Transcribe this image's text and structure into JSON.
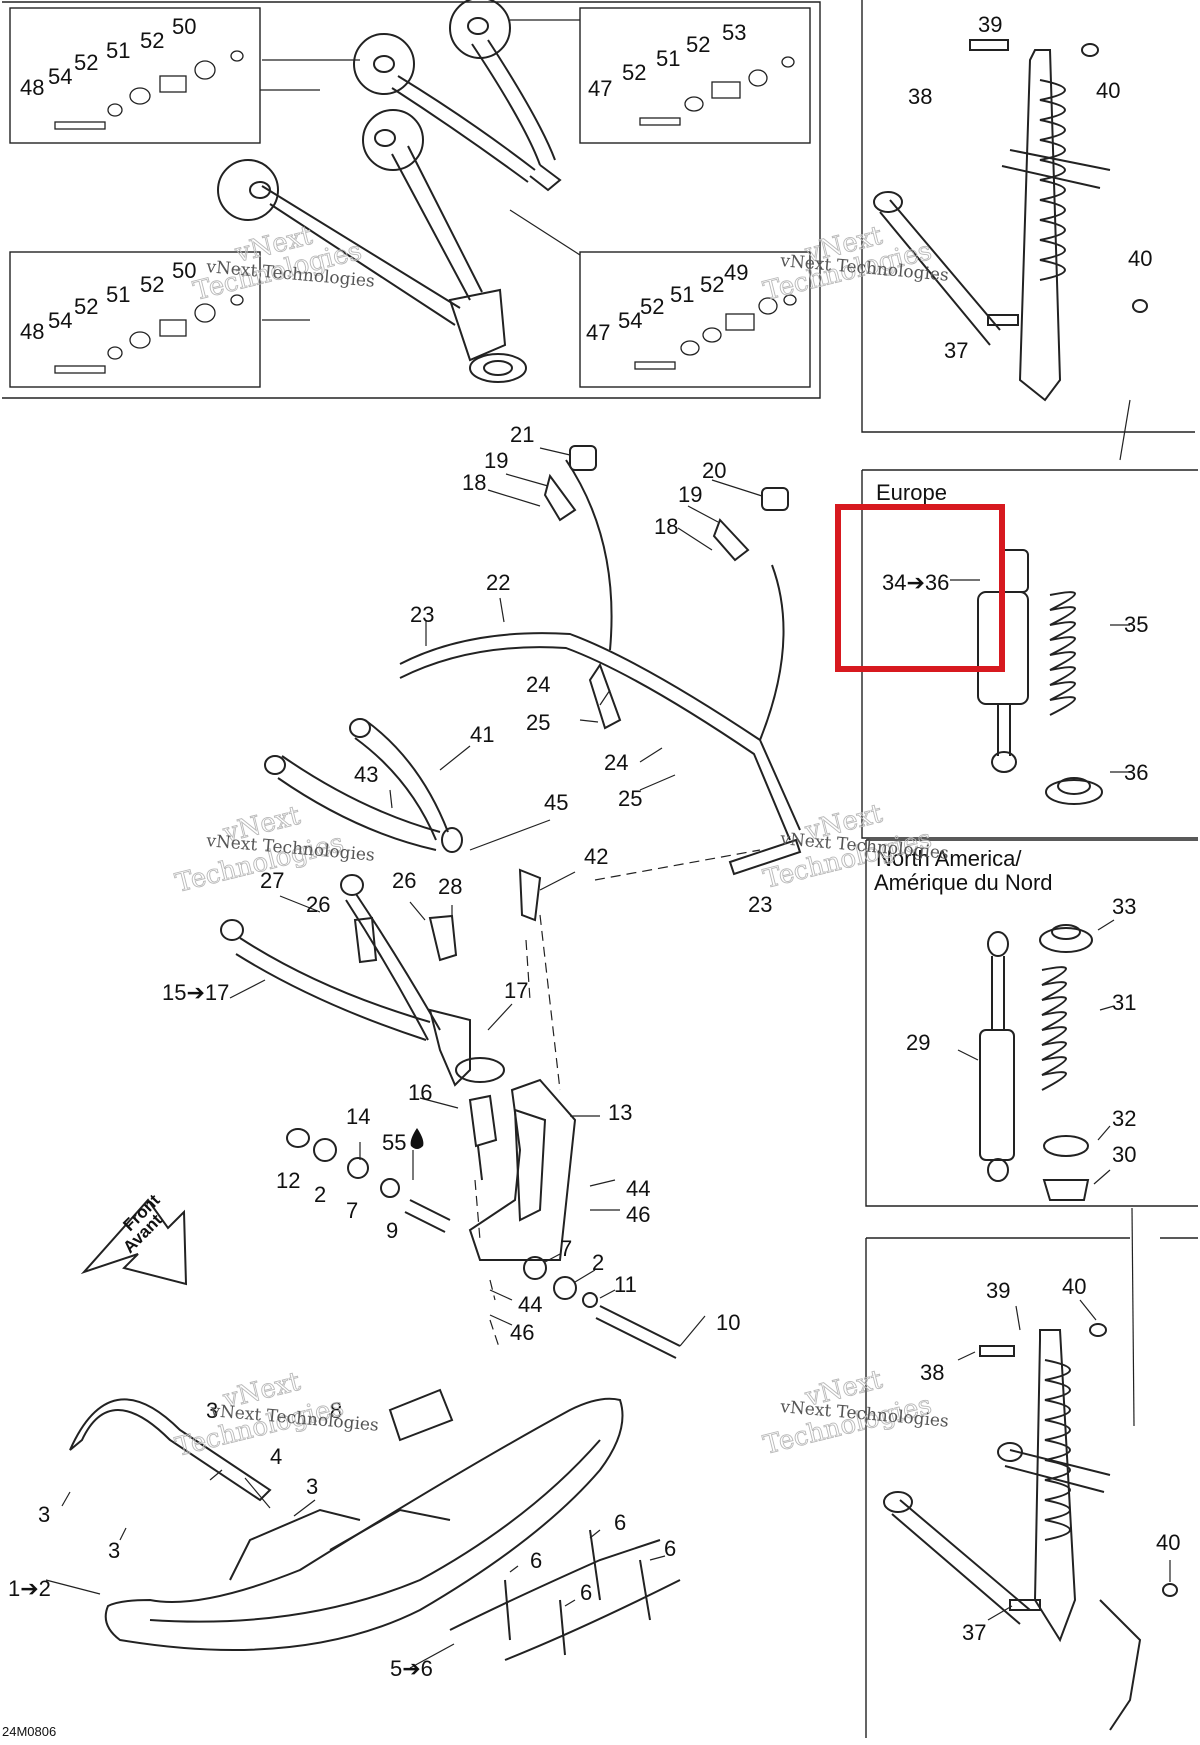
{
  "diagram": {
    "code": "24M0806",
    "front_arrow": [
      "Front",
      "Avant"
    ],
    "watermark": [
      "vNext",
      "Technologies",
      "vNext Technologies"
    ],
    "highlight_color": "#d7191f",
    "line_color": "#222222"
  },
  "panels": {
    "europe": {
      "title": "Europe"
    },
    "north_america": {
      "title_line1": "North America/",
      "title_line2": "Amérique du Nord"
    }
  },
  "callouts": [
    "50",
    "52",
    "51",
    "52",
    "54",
    "48",
    "53",
    "52",
    "51",
    "52",
    "47",
    "50",
    "52",
    "51",
    "52",
    "54",
    "48",
    "49",
    "52",
    "51",
    "52",
    "54",
    "47",
    "39",
    "38",
    "40",
    "40",
    "37",
    "21",
    "19",
    "18",
    "20",
    "19",
    "18",
    "22",
    "23",
    "24",
    "25",
    "24",
    "25",
    "41",
    "43",
    "45",
    "42",
    "23",
    "27",
    "26",
    "26",
    "28",
    "15➔17",
    "17",
    "16",
    "13",
    "14",
    "55",
    "12",
    "2",
    "7",
    "9",
    "44",
    "46",
    "7",
    "2",
    "11",
    "44",
    "46",
    "10",
    "8",
    "3",
    "4",
    "3",
    "3",
    "3",
    "1➔2",
    "6",
    "6",
    "6",
    "6",
    "5➔6",
    "34➔36",
    "35",
    "36",
    "33",
    "31",
    "29",
    "32",
    "30",
    "39",
    "40",
    "38",
    "40",
    "37"
  ]
}
